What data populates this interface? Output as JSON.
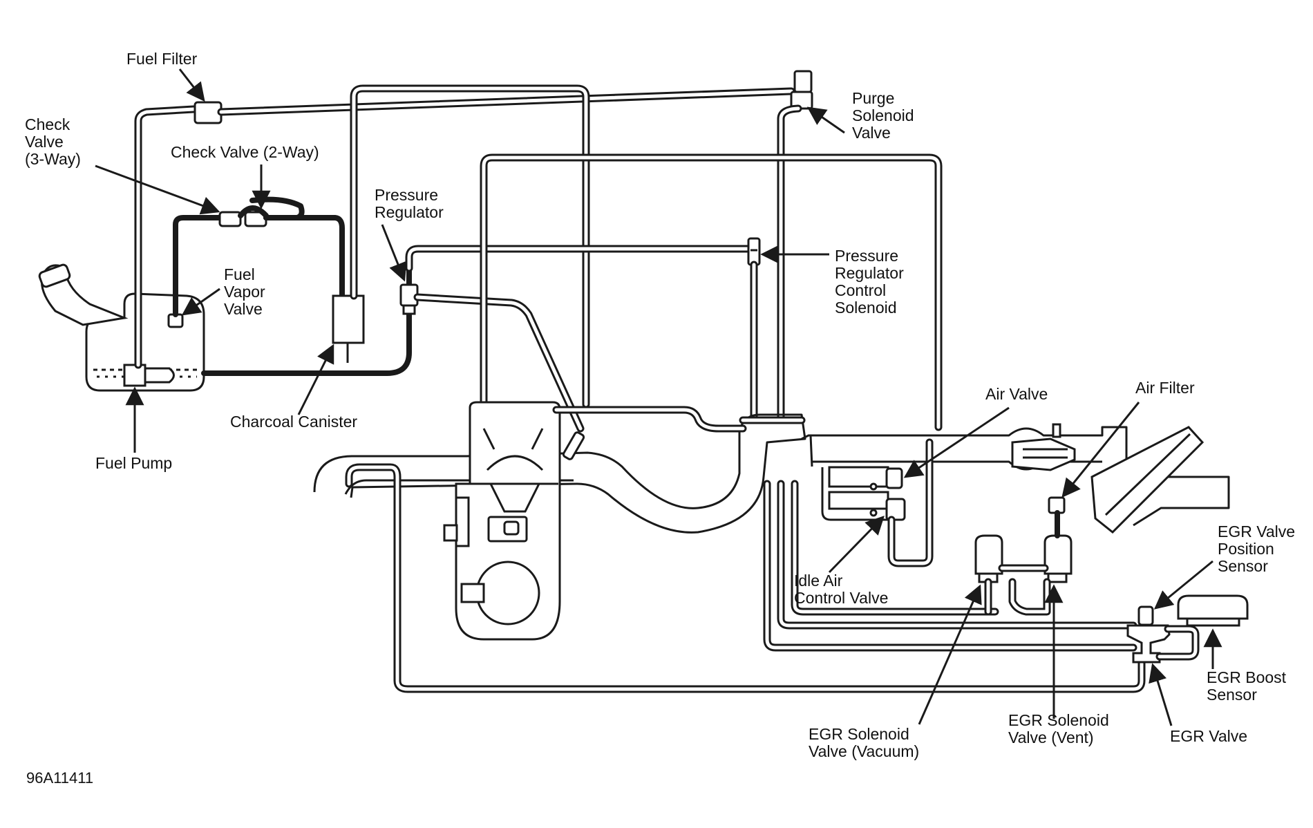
{
  "diagram": {
    "reference_id": "96A11411",
    "labels": {
      "fuel_filter": "Fuel Filter",
      "check_valve_3way": "Check\nValve\n(3-Way)",
      "check_valve_2way": "Check Valve (2-Way)",
      "fuel_vapor_valve": "Fuel\nVapor\nValve",
      "pressure_regulator": "Pressure\nRegulator",
      "purge_solenoid_valve": "Purge\nSolenoid\nValve",
      "pressure_regulator_control_solenoid": "Pressure\nRegulator\nControl\nSolenoid",
      "charcoal_canister": "Charcoal Canister",
      "fuel_pump": "Fuel Pump",
      "air_valve": "Air Valve",
      "air_filter": "Air Filter",
      "idle_air_control_valve": "Idle Air\nControl Valve",
      "egr_valve_position_sensor": "EGR Valve\nPosition\nSensor",
      "egr_boost_sensor": "EGR Boost\nSensor",
      "egr_valve": "EGR Valve",
      "egr_solenoid_valve_vacuum": "EGR Solenoid\nValve (Vacuum)",
      "egr_solenoid_valve_vent": "EGR Solenoid\nValve (Vent)"
    }
  }
}
